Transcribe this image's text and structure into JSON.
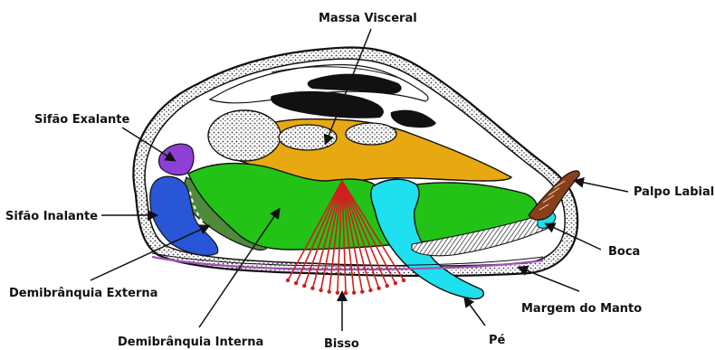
{
  "labels": {
    "massa_visceral": "Massa Visceral",
    "sifao_exalante": "Sifão Exalante",
    "sifao_inalante": "Sifão Inalante",
    "demibranquia_externa": "Demibrânquia Externa",
    "demibranquia_interna": "Demibrânquia Interna",
    "bisso": "Bisso",
    "pe": "Pé",
    "margem_do_manto": "Margem do Manto",
    "boca": "Boca",
    "palpo_labial": "Palpo Labial"
  },
  "colors": {
    "visceral_mass": "#e8a812",
    "gills": "#22c316",
    "gill_edge": "#4f8a3c",
    "foot": "#1ee0ee",
    "incurrent_siphon": "#2956d6",
    "excurrent_siphon": "#8e3fd6",
    "byssus": "#d21e1e",
    "mantle_margin": "#a04fb8",
    "labial_palp": "#8a3f1c",
    "outline": "#111111"
  },
  "icons": [
    "arrow-icon"
  ]
}
